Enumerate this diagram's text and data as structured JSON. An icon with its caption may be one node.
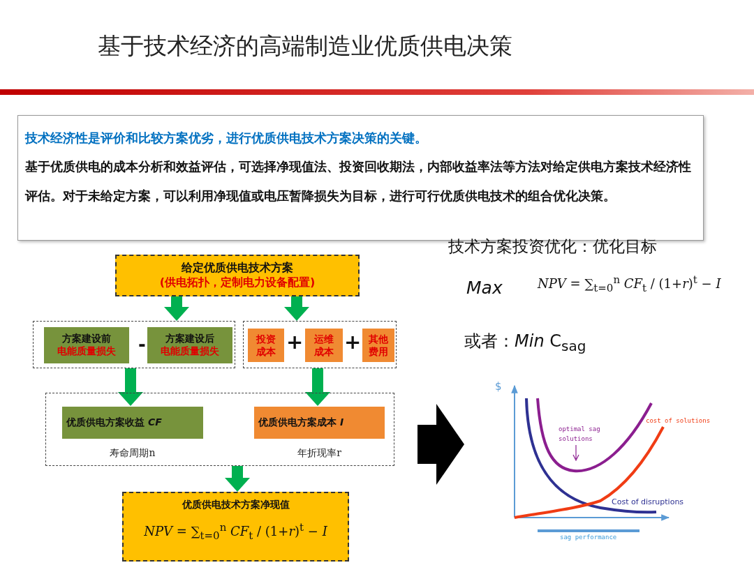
{
  "diagram": {
    "title": "基于技术经济的高端制造业优质供电决策",
    "nodes": [
      {
        "text": [
          "技术经济性是评价和比较方案优劣，进行优质供电技术方案决策的关键。",
          "基于优质供电的成本分析和效益评估，可选择净现值法、投资回收期法，内部收益率法等方法对给定供电方案技术经济性评估。对于未给定方案，可以利用净现值或电压暂降损失为目标，进行可行优质供电技术的组合优化决策。"
        ]
      },
      {
        "text": [
          "给定优质供电技术方案",
          "(供电拓扑，定制电力设备配置)"
        ]
      },
      {
        "text": [],
        "shape": "box"
      },
      {
        "text": [
          "方案建设前",
          "电能质量损失"
        ],
        "in": 2
      },
      {
        "text": [
          "方案建设后",
          "电能质量损失"
        ],
        "in": 2
      },
      {
        "text": [],
        "shape": "box"
      },
      {
        "text": [
          "投资成本"
        ],
        "in": 5
      },
      {
        "text": [
          "运维成本"
        ],
        "in": 5
      },
      {
        "text": [
          "其他费用"
        ],
        "in": 5
      },
      {
        "text": [],
        "shape": "box"
      },
      {
        "text": [
          "优质供电方案收益 *CF*"
        ],
        "in": 9,
        "beside": [
          "寿命周期n"
        ]
      },
      {
        "text": [
          "优质供电方案成本 *I*"
        ],
        "in": 9,
        "beside": [
          "年折现率r"
        ]
      },
      {
        "text": [
          "优质供电技术方案净现值",
          "*NPV* = ∑$_{t=0}$$^{n}$ *CF*$_{t}$ / (1+*r*)$^{t}$ − *I*"
        ]
      },
      {
        "text": [],
        "shape": "chart"
      }
    ],
    "edges": [
      {
        "from": 1,
        "to": 2,
        "arrow": "to"
      },
      {
        "from": 1,
        "to": 5,
        "arrow": "to"
      },
      {
        "from": 2,
        "to": 10,
        "arrow": "to"
      },
      {
        "from": 5,
        "to": 11,
        "arrow": "to"
      },
      {
        "from": 9,
        "to": 12,
        "arrow": "to"
      },
      {
        "from": null,
        "to": 13,
        "arrow": "to",
        "color": "#000000"
      }
    ],
    "labels": [
      "-",
      "+",
      "+",
      "技术方案投资优化：优化目标",
      "Max",
      "*NPV* = ∑$_{t=0}$$^{n}$ *CF*$_{t}$ / (1+*r*)$^{t}$ − *I*",
      "或者：*Min* C$_{sag}$",
      "$",
      "optimal sag solutions",
      "cost of solutions",
      "Cost of disruptions",
      "sag performance"
    ]
  }
}
